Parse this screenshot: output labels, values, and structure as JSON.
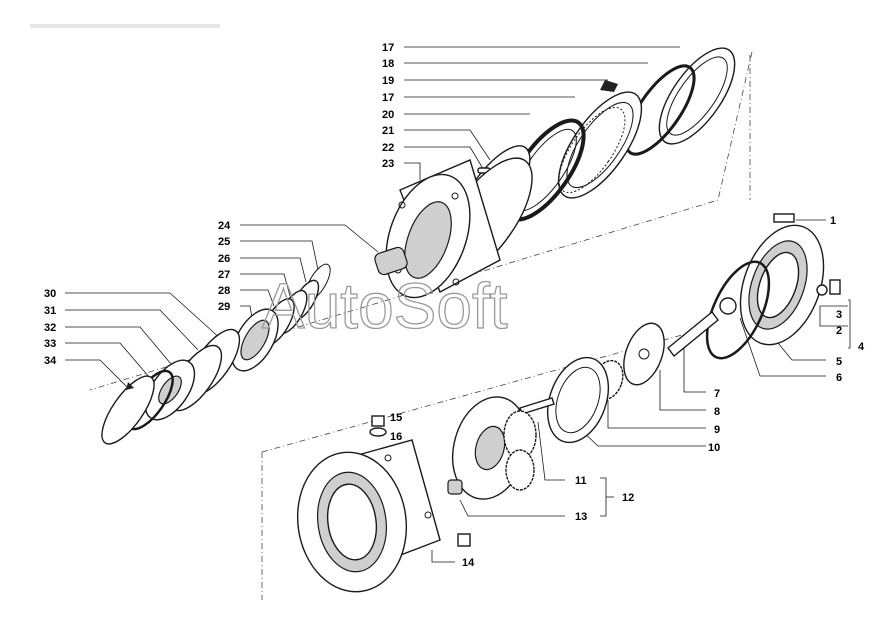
{
  "watermark": "AutoSoft",
  "labels_left": [
    "24",
    "25",
    "26",
    "27",
    "28",
    "29",
    "30",
    "31",
    "32",
    "33",
    "34"
  ],
  "labels_top": [
    "17",
    "18",
    "19",
    "17",
    "20",
    "21",
    "22",
    "23"
  ],
  "labels_right": [
    "1",
    "3",
    "2",
    "4",
    "5",
    "6",
    "7",
    "8",
    "9",
    "10"
  ],
  "labels_bottom": [
    "15",
    "16",
    "11",
    "12",
    "13",
    "14"
  ]
}
